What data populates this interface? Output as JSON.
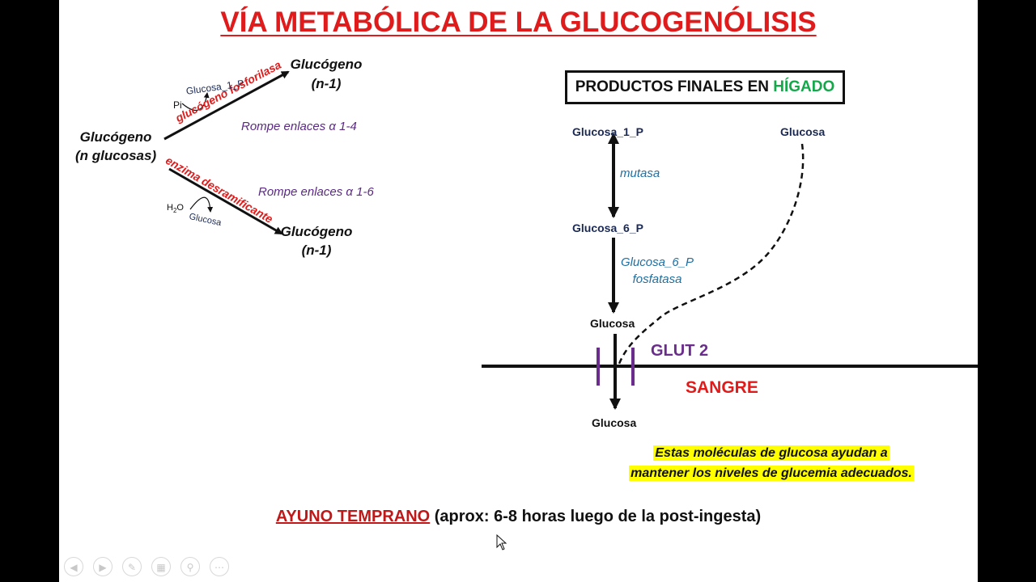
{
  "title": "VÍA METABÓLICA DE LA GLUCOGENÓLISIS",
  "left": {
    "glucogeno_n": "Glucógeno",
    "n_glucosas": "(n glucosas)",
    "top_product": "Glucógeno",
    "top_product_n": "(n-1)",
    "bottom_product": "Glucógeno",
    "bottom_product_n": "(n-1)",
    "enzyme_phosphorylase": "glucógeno fosforilasa",
    "enzyme_debranching": "enzima desramificante",
    "bond_top": "Rompe enlaces α 1-4",
    "bond_bottom": "Rompe enlaces α 1-6",
    "pi": "Pi",
    "glucosa_1_p": "Glucosa_1_P",
    "h2o_h": "H",
    "h2o_2": "2",
    "h2o_o": "O",
    "glucosa_small": "Glucosa"
  },
  "right": {
    "box_prefix": "PRODUCTOS FINALES EN ",
    "box_highlight": "HÍGADO",
    "glucosa_1_p": "Glucosa_1_P",
    "glucosa_top": "Glucosa",
    "mutasa": "mutasa",
    "glucosa_6_p": "Glucosa_6_P",
    "enzyme_line1": "Glucosa_6_P",
    "enzyme_line2": "fosfatasa",
    "glucosa_mid": "Glucosa",
    "glut": "GLUT 2",
    "sangre": "SANGRE",
    "glucosa_bottom": "Glucosa",
    "note_line1": "Estas moléculas de glucosa ayudan a",
    "note_line2": "mantener los niveles de glucemia adecuados."
  },
  "bottom": {
    "highlight": "AYUNO TEMPRANO",
    "rest": " (aprox: 6-8 horas luego de la post-ingesta)"
  },
  "colors": {
    "title": "#e01b1b",
    "higado": "#14a84a",
    "glut": "#6a2d8c",
    "bond": "#5a2a82",
    "enzyme_blue": "#1f6ea0",
    "note_highlight": "#ffff00"
  },
  "toolbar": {
    "icons": [
      "back-icon",
      "forward-icon",
      "pen-icon",
      "slides-icon",
      "zoom-icon",
      "more-icon"
    ]
  }
}
